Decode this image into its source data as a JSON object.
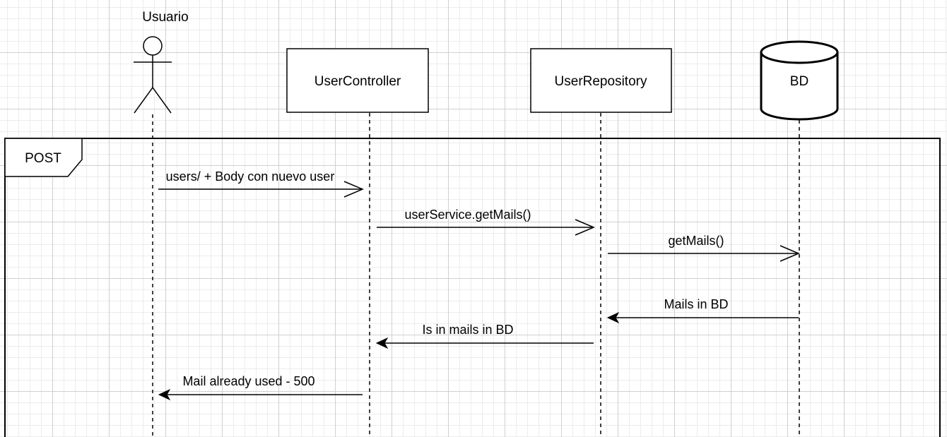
{
  "participants": [
    {
      "id": "usuario",
      "label": "Usuario",
      "kind": "actor"
    },
    {
      "id": "controller",
      "label": "UserController",
      "kind": "box"
    },
    {
      "id": "repository",
      "label": "UserRepository",
      "kind": "box"
    },
    {
      "id": "bd",
      "label": "BD",
      "kind": "database"
    }
  ],
  "frame": {
    "label": "POST"
  },
  "messages": [
    {
      "from": "usuario",
      "to": "controller",
      "label": "users/ + Body con nuevo user",
      "style": "open"
    },
    {
      "from": "controller",
      "to": "repository",
      "label": "userService.getMails()",
      "style": "open"
    },
    {
      "from": "repository",
      "to": "bd",
      "label": "getMails()",
      "style": "open"
    },
    {
      "from": "bd",
      "to": "repository",
      "label": "Mails in BD",
      "style": "filled"
    },
    {
      "from": "repository",
      "to": "controller",
      "label": "Is in mails in BD",
      "style": "filled"
    },
    {
      "from": "controller",
      "to": "usuario",
      "label": "Mail already used - 500",
      "style": "filled"
    }
  ]
}
